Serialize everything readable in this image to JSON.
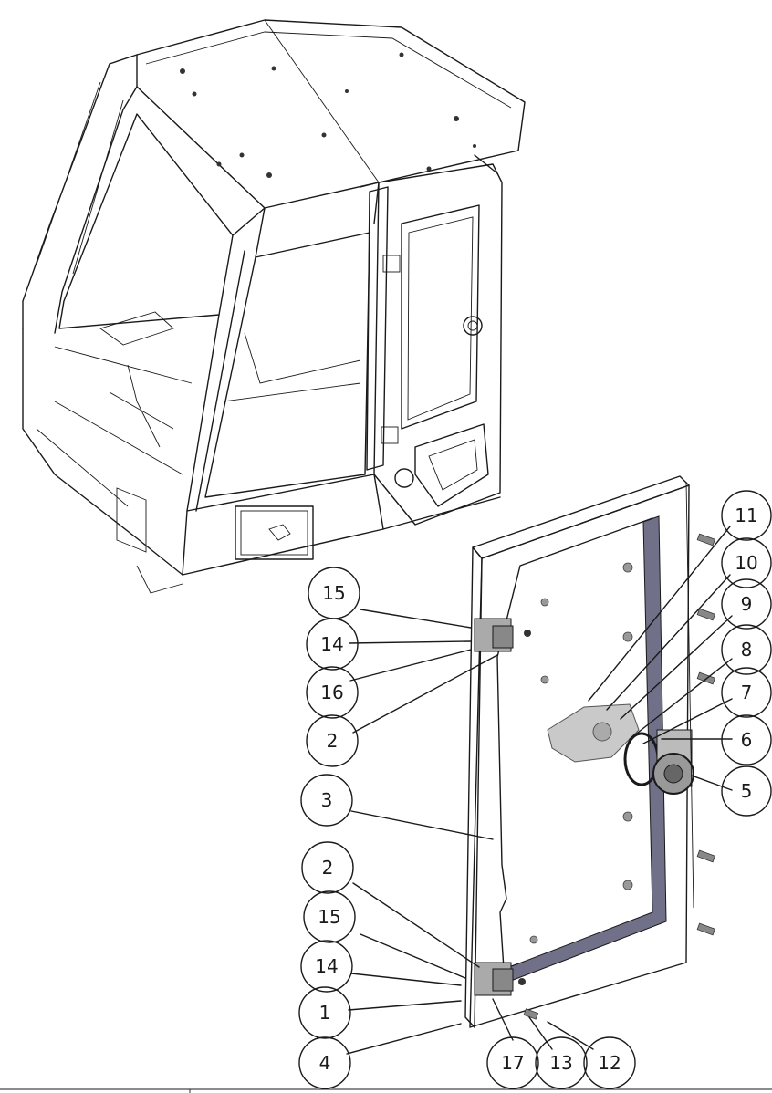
{
  "diagram": {
    "callouts": [
      {
        "id": "c15a",
        "label": "15"
      },
      {
        "id": "c14a",
        "label": "14"
      },
      {
        "id": "c16",
        "label": "16"
      },
      {
        "id": "c2a",
        "label": "2"
      },
      {
        "id": "c3",
        "label": "3"
      },
      {
        "id": "c2b",
        "label": "2"
      },
      {
        "id": "c15b",
        "label": "15"
      },
      {
        "id": "c14b",
        "label": "14"
      },
      {
        "id": "c1",
        "label": "1"
      },
      {
        "id": "c4",
        "label": "4"
      },
      {
        "id": "c17",
        "label": "17"
      },
      {
        "id": "c13",
        "label": "13"
      },
      {
        "id": "c12",
        "label": "12"
      },
      {
        "id": "c11",
        "label": "11"
      },
      {
        "id": "c10",
        "label": "10"
      },
      {
        "id": "c9",
        "label": "9"
      },
      {
        "id": "c8",
        "label": "8"
      },
      {
        "id": "c7",
        "label": "7"
      },
      {
        "id": "c6",
        "label": "6"
      },
      {
        "id": "c5",
        "label": "5"
      }
    ]
  }
}
